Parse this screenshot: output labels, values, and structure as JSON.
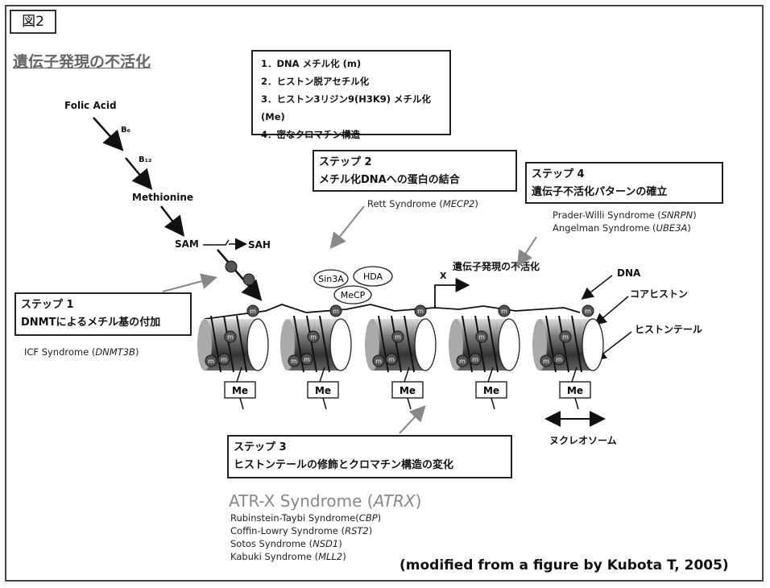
{
  "figure_label": "図2",
  "title": "遺伝子発現の不活化",
  "legend_list": [
    "1．DNA メチル化 (m)",
    "2．ヒストン脱アセチル化",
    "3．ヒストン3リジン9(H3K9) メチル化 (Me)",
    "4．密なクロマチン構造"
  ],
  "pathway": {
    "folic_acid": "Folic Acid",
    "b6": "B₆",
    "b12": "B₁₂",
    "methionine": "Methionine",
    "sam": "SAM",
    "sah": "SAH"
  },
  "step1": {
    "head": "ステップ 1",
    "body": "DNMTによるメチル基の付加",
    "syndrome": "ICF Syndrome (",
    "gene": "DNMT3B",
    "close": ")"
  },
  "step2": {
    "head": "ステップ 2",
    "body": "メチル化DNAへの蛋白の結合",
    "syndrome": "Rett Syndrome (",
    "gene": "MECP2",
    "close": ")"
  },
  "step3": {
    "head": "ステップ 3",
    "body": "ヒストンテールの修飾とクロマチン構造の変化"
  },
  "step4": {
    "head": "ステップ 4",
    "body": "遺伝子不活化パターンの確立",
    "syndrome1": "Prader-Willi Syndrome (",
    "gene1": "SNRPN",
    "close1": ")",
    "syndrome2": "Angelman Syndrome (",
    "gene2": "UBE3A",
    "close2": ")"
  },
  "complex": {
    "sin3a": "Sin3A",
    "hda": "HDA",
    "mecp": "MeCP"
  },
  "labels": {
    "x_mark": "X",
    "silencing": "遺伝子発現の不活化",
    "dna": "DNA",
    "core_histone": "コアヒストン",
    "histone_tail": "ヒストンテール",
    "nucleosome": "ヌクレオソーム",
    "me": "Me",
    "m": "m"
  },
  "atrx": {
    "name": "ATR-X Syndrome (",
    "gene": "ATRX",
    "close": ")"
  },
  "syndromes": [
    {
      "name": "Rubinstein-Taybi Syndrome(",
      "gene": "CBP",
      "close": ")"
    },
    {
      "name": "Coffin-Lowry Syndrome (",
      "gene": "RST2",
      "close": ")"
    },
    {
      "name": "Sotos Syndrome (",
      "gene": "NSD1",
      "close": ")"
    },
    {
      "name": "Kabuki Syndrome (",
      "gene": "MLL2",
      "close": ")"
    }
  ],
  "citation": "(modified from a figure by Kubota T, 2005)"
}
